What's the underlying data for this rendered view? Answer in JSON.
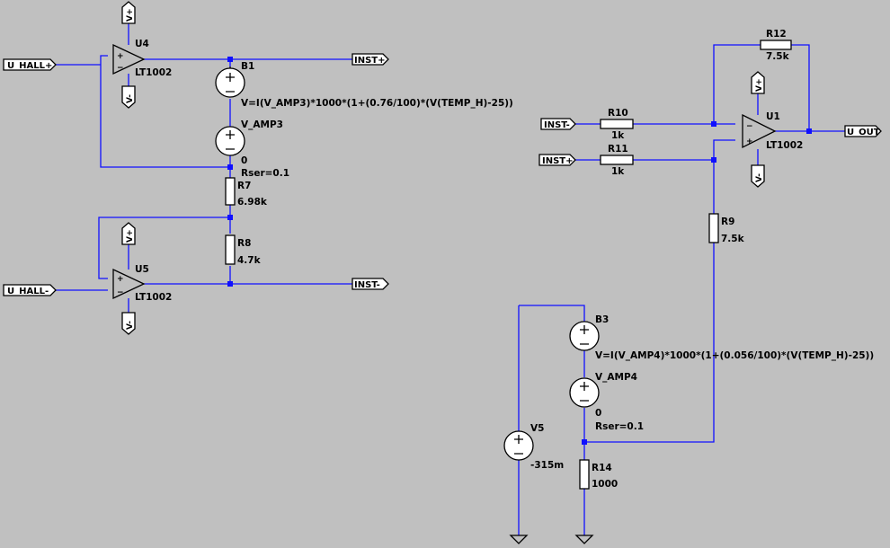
{
  "net_labels": {
    "u_hall_plus": "U_HALL+",
    "u_hall_minus": "U_HALL-",
    "inst_plus": "INST+",
    "inst_minus": "INST-",
    "inst_minus_in": "INST-",
    "inst_plus_in": "INST+",
    "u_out": "U_OUT"
  },
  "power_labels": {
    "vplus": "V+",
    "vminus": "V-"
  },
  "opamps": {
    "u4": {
      "name": "U4",
      "model": "LT1002"
    },
    "u5": {
      "name": "U5",
      "model": "LT1002"
    },
    "u1": {
      "name": "U1",
      "model": "LT1002"
    }
  },
  "sources": {
    "b1": {
      "name": "B1",
      "expr": "V=I(V_AMP3)*1000*(1+(0.76/100)*(V(TEMP_H)-25))"
    },
    "v_amp3": {
      "name": "V_AMP3",
      "value": "0",
      "rser": "Rser=0.1"
    },
    "b3": {
      "name": "B3",
      "expr": "V=I(V_AMP4)*1000*(1+(0.056/100)*(V(TEMP_H)-25))"
    },
    "v_amp4": {
      "name": "V_AMP4",
      "value": "0",
      "rser": "Rser=0.1"
    },
    "v5": {
      "name": "V5",
      "value": "-315m"
    }
  },
  "resistors": {
    "r7": {
      "name": "R7",
      "value": "6.98k"
    },
    "r8": {
      "name": "R8",
      "value": "4.7k"
    },
    "r9": {
      "name": "R9",
      "value": "7.5k"
    },
    "r10": {
      "name": "R10",
      "value": "1k"
    },
    "r11": {
      "name": "R11",
      "value": "1k"
    },
    "r12": {
      "name": "R12",
      "value": "7.5k"
    },
    "r14": {
      "name": "R14",
      "value": "1000"
    }
  },
  "colors": {
    "background": "#c0c0c0",
    "wire": "#1010ff",
    "symbol": "#000000"
  }
}
